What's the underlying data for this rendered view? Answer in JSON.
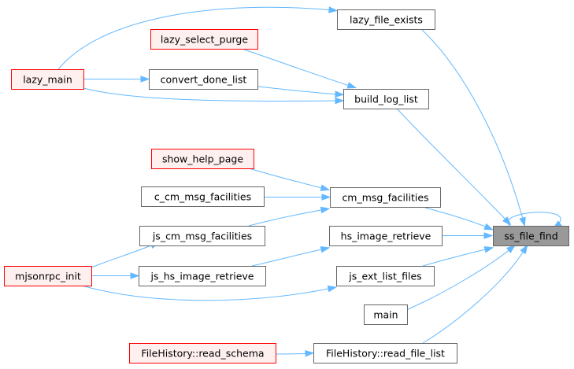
{
  "graph": {
    "type": "caller graph",
    "edge_color": "#63b8ff",
    "colors": {
      "normal_border": "#666666",
      "normal_fill": "#ffffff",
      "undocumented_border": "#ff0000",
      "undocumented_fill": "#fff0f0",
      "root_border": "#666666",
      "root_fill": "#999999"
    },
    "nodes": [
      {
        "id": "ss_file_find",
        "label": "ss_file_find",
        "style": "root"
      },
      {
        "id": "lazy_file_exists",
        "label": "lazy_file_exists",
        "style": "normal"
      },
      {
        "id": "lazy_main",
        "label": "lazy_main",
        "style": "undocumented"
      },
      {
        "id": "lazy_select_purge",
        "label": "lazy_select_purge",
        "style": "undocumented"
      },
      {
        "id": "convert_done_list",
        "label": "convert_done_list",
        "style": "normal"
      },
      {
        "id": "build_log_list",
        "label": "build_log_list",
        "style": "normal"
      },
      {
        "id": "show_help_page",
        "label": "show_help_page",
        "style": "undocumented"
      },
      {
        "id": "c_cm_msg_facilities",
        "label": "c_cm_msg_facilities",
        "style": "normal"
      },
      {
        "id": "cm_msg_facilities",
        "label": "cm_msg_facilities",
        "style": "normal"
      },
      {
        "id": "js_cm_msg_facilities",
        "label": "js_cm_msg_facilities",
        "style": "normal"
      },
      {
        "id": "hs_image_retrieve",
        "label": "hs_image_retrieve",
        "style": "normal"
      },
      {
        "id": "mjsonrpc_init",
        "label": "mjsonrpc_init",
        "style": "undocumented"
      },
      {
        "id": "js_hs_image_retrieve",
        "label": "js_hs_image_retrieve",
        "style": "normal"
      },
      {
        "id": "js_ext_list_files",
        "label": "js_ext_list_files",
        "style": "normal"
      },
      {
        "id": "main",
        "label": "main",
        "style": "normal"
      },
      {
        "id": "read_schema",
        "label": "FileHistory::read_schema",
        "style": "undocumented"
      },
      {
        "id": "read_file_list",
        "label": "FileHistory::read_file_list",
        "style": "normal"
      }
    ],
    "edges": [
      {
        "from": "lazy_file_exists",
        "to": "ss_file_find"
      },
      {
        "from": "build_log_list",
        "to": "ss_file_find"
      },
      {
        "from": "cm_msg_facilities",
        "to": "ss_file_find"
      },
      {
        "from": "hs_image_retrieve",
        "to": "ss_file_find"
      },
      {
        "from": "js_ext_list_files",
        "to": "ss_file_find"
      },
      {
        "from": "main",
        "to": "ss_file_find"
      },
      {
        "from": "read_file_list",
        "to": "ss_file_find"
      },
      {
        "from": "ss_file_find",
        "to": "ss_file_find"
      },
      {
        "from": "lazy_main",
        "to": "lazy_file_exists"
      },
      {
        "from": "lazy_select_purge",
        "to": "build_log_list"
      },
      {
        "from": "convert_done_list",
        "to": "build_log_list"
      },
      {
        "from": "lazy_main",
        "to": "build_log_list"
      },
      {
        "from": "lazy_main",
        "to": "convert_done_list"
      },
      {
        "from": "show_help_page",
        "to": "cm_msg_facilities"
      },
      {
        "from": "c_cm_msg_facilities",
        "to": "cm_msg_facilities"
      },
      {
        "from": "js_cm_msg_facilities",
        "to": "cm_msg_facilities"
      },
      {
        "from": "mjsonrpc_init",
        "to": "js_cm_msg_facilities"
      },
      {
        "from": "js_hs_image_retrieve",
        "to": "hs_image_retrieve"
      },
      {
        "from": "mjsonrpc_init",
        "to": "js_hs_image_retrieve"
      },
      {
        "from": "mjsonrpc_init",
        "to": "js_ext_list_files"
      },
      {
        "from": "read_schema",
        "to": "read_file_list"
      }
    ]
  }
}
